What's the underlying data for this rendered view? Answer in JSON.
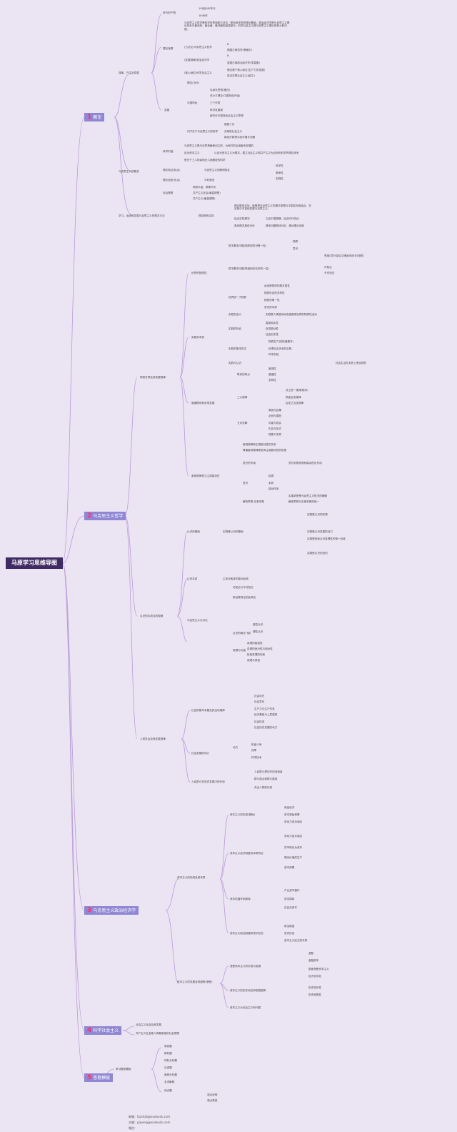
{
  "root": {
    "title": "马原学习思维导图"
  },
  "categories": [
    {
      "num": "1",
      "label": "概论"
    },
    {
      "num": "2",
      "label": "马克思主义哲学"
    },
    {
      "num": "3",
      "label": "马克思主义政治经济学"
    },
    {
      "num": "4",
      "label": "科学社会主义"
    },
    {
      "num": "5",
      "label": "答题模板"
    }
  ],
  "c1": {
    "bg": "背景、产生及发展",
    "era": "时代的产物",
    "era1": "19世纪40年代",
    "era2": "1848年",
    "theory": "理论渊源",
    "theory_desc": "马克思主义哲学是科学世界观和方法论，是全部学说的理论基础。政治经济学是马克思主义理论体系中最深刻、最全面、最详细的组成部分。科学社会主义是马克思主义理论的核心和归宿。",
    "src1": "(方法论)马克思主义哲学",
    "src1a": "B",
    "src1b": "德国古典哲学(黑格尔)",
    "src2": "(发展规律)政治经济学",
    "src2a": "B",
    "src2b": "英国古典政治经济学(李嘉图)",
    "src3": "(核心地位)科学社会主义",
    "src3a": "理论基于核心地位(生产力的发展)",
    "src3b": "英法空想社会主义(欧文)",
    "dev": "发展",
    "dev_china": "中国特色",
    "dev_china0": "理论(当代)",
    "d1": "毛泽东思想(第四)",
    "d2": "邓小平理论(中国特色开始)",
    "d3": "三个代表",
    "d4": "科学发展观",
    "d5": "新时代中国特色社会主义思想",
    "dev_world": "列宁关于马克思主义的科学",
    "w1": "俄国十月",
    "w2": "苏维埃社会主义",
    "w3": "新经济政策与经济增长问题",
    "concept": "马克思主义的概念",
    "sci": "科学内涵",
    "sci1": "马克思主义是马克思恩格斯创立的，为他们的后继者所发展的",
    "sci2": "反对资本主义",
    "sci2a": "以反对资本主义为根本，建立社会主义和共产主义为目标的科学的理论体系",
    "sci3": "是关于工人阶级和全人类解放的科学",
    "char": "理论特征(特点)",
    "char0": "马克思主义的鲜明特征",
    "char1": "科学性",
    "char2": "革命性",
    "char3": "实践性",
    "value": "理论品质(优点)",
    "value1": "与时俱进",
    "ideal": "社会理想",
    "ideal1": "物质丰富，精神升华",
    "ideal2": "共产主义社会(最高理想)",
    "ideal3": "共产主义(最高理想)",
    "study": "学习、运用和发展马克思主义的根本方法",
    "study0": "理论联系实际",
    "study1": "理论联系实际，就是把马克思主义的基本原理与中国实际相结合，在实践中丰富和发展马克思主义。",
    "study2": "结合实际情况",
    "study2a": "立足中国国情、结合时代特征",
    "study3": "具体情况具体分析",
    "study3a": "具体问题具体分析，推动理论创新"
  },
  "c2": {
    "mw": "物质世界及其发展规律",
    "ww": "世界的物质性",
    "ww1": "哲学基本问题(物质和意识第一性)",
    "ww1a": "物质",
    "ww1b": "意识",
    "ww2": "哲学基本问题(思维和存在的同一性)",
    "ww2a": "思维(意识)能否正确反映存在(物质)",
    "ww2b": "可知论",
    "ww2c": "不可知论",
    "ww3": "世界统一于物质",
    "ww3a": "运动是物质的根本属性",
    "ww3b": "物质形态的多样性",
    "ww3c": "物质的唯一性",
    "ww3d": "意识的本质",
    "prac": "实践的本质",
    "prac1": "实践的含义",
    "prac1a": "实践是人类能动地改造客观世界的物质性活动",
    "prac2": "实践的特征",
    "prac2a": "直接现实性",
    "prac2b": "自觉能动性",
    "prac2c": "社会历史性",
    "prac3": "实践的基本形式",
    "prac3a": "物质生产实践(最基本)",
    "prac3b": "处理社会关系的实践",
    "prac3c": "科学实验",
    "prac4": "实践与认识",
    "prac4a": "社会生活在本质上是实践的",
    "law": "普遍联系和永恒发展",
    "law1": "联系的特点",
    "law1a": "客观性",
    "law1b": "普遍性",
    "law1c": "多样性",
    "law2": "三大规律",
    "law2a": "对立统一规律(根本)",
    "law2b": "质量互变规律",
    "law2c": "否定之否定规律",
    "law3": "五对范畴",
    "law3a": "原因与结果",
    "law3b": "必然与偶然",
    "law3c": "可能与现实",
    "law3d": "内容与形式",
    "law3e": "现象与本质",
    "cons": "客观规律性与主观能动性",
    "cons1": "客观规律和主观能动性的关系",
    "cons1a": "尊重客观规律是发挥主观能动性的前提",
    "cons2": "意识的作用",
    "cons2a": "意识对物质具有能动的反作用",
    "cons3": "意识",
    "cons3a": "起源",
    "cons3b": "本质",
    "cons3c": "能动作用",
    "cons4": "解放思想 实事求是",
    "cons4a": "实事求是是马克思主义哲学的精髓",
    "cons4b": "解放思想与实事求是的统一",
    "know": "认识的本质及其规律",
    "k1": "认识的基础",
    "k1a": "实践是认识的基础",
    "k1b": "实践是认识的来源",
    "k1c": "实践是认识发展的动力",
    "k1d": "实践是检验认识真理性的唯一标准",
    "k1e": "实践是认识的目的",
    "k2": "认识本质",
    "k2a": "主体对客体的能动反映",
    "k3": "马克思主义认识论",
    "k3a": "可知论与不可知论",
    "k3b": "辩证唯物论的反映论",
    "k3c": "认识的两次飞跃",
    "k3d": "感性认识",
    "k3e": "理性认识",
    "k3f": "真理与价值",
    "k3g": "真理的客观性",
    "k3h": "真理的绝对性与相对性",
    "k3i": "检验真理的标准",
    "k3j": "真理与谬误",
    "soc": "人类社会及其发展规律",
    "s1": "社会的基本矛盾及其运动规律",
    "s1a": "社会存在",
    "s1b": "社会意识",
    "s1c": "生产力与生产关系",
    "s1d": "经济基础与上层建筑",
    "s1e": "社会形态",
    "s1f": "社会历史发展的动力",
    "s2": "社会发展的动力",
    "s2a": "动力",
    "s2b": "阶级斗争",
    "s2c": "改革",
    "s2d": "科学技术",
    "s3": "人民群众在历史发展中的作用",
    "s3a": "人民群众是历史的创造者",
    "s3b": "群众观点和群众路线",
    "s3c": "杰出人物的作用"
  },
  "c3": {
    "cap": "资本主义的形成及其本质",
    "cap1": "资本主义的形成(基础)",
    "cap1a": "商品经济",
    "cap1b": "资本原始积累",
    "cap1c": "劳动力成为商品",
    "cap2": "资本主义经济制度的本质特征",
    "cap2a": "劳动力成为商品",
    "cap2b": "货币转化为资本",
    "cap2c": "剩余价值的生产",
    "cap2d": "资本积累",
    "cap3": "资本的循环和周转",
    "cap3a": "产业资本循环",
    "cap3b": "资本周转",
    "cap3c": "社会总资本",
    "cap4": "资本主义政治制度和意识形态",
    "cap4a": "政治制度",
    "cap4b": "意识形态",
    "cap4c": "资本主义民主的本质",
    "mon": "资本主义的发展及其趋势(垄断)",
    "mon1": "垄断资本主义的形成与发展",
    "mon1a": "垄断",
    "mon1b": "金融资本",
    "mon1c": "国家垄断资本主义",
    "mon1d": "经济全球化",
    "mon2": "资本主义的历史地位和发展趋势",
    "mon2a": "历史进步性",
    "mon2b": "历史局限性",
    "mon3": "资本主义为社会主义所代替"
  },
  "c4": {
    "item1": "社会主义社会及其发展",
    "item2": "共产主义社会是人类最崇高的社会理想"
  },
  "c5": {
    "q": "考试题型模板",
    "q1": "简答题",
    "q2": "辨析题",
    "q3": "材料分析题",
    "q4": "论述题",
    "q5": "案例分析题",
    "q6": "名词解释",
    "q7": "综合题",
    "q8": "观点说明",
    "q9": "观点类型"
  },
  "footer": {
    "l1_label": "邮箱：",
    "l1": "hjzshzb@xuebudu.com",
    "l2_label": "主编：",
    "l2": "papeng@xuebudu.com",
    "l3_label": "微信："
  },
  "colors": {
    "background": "#ebe5f3",
    "root_bg": "#3f2a63",
    "category_bg": "#8f86d4",
    "category_num": "#ff2f6e",
    "link": "#b89ad8"
  }
}
